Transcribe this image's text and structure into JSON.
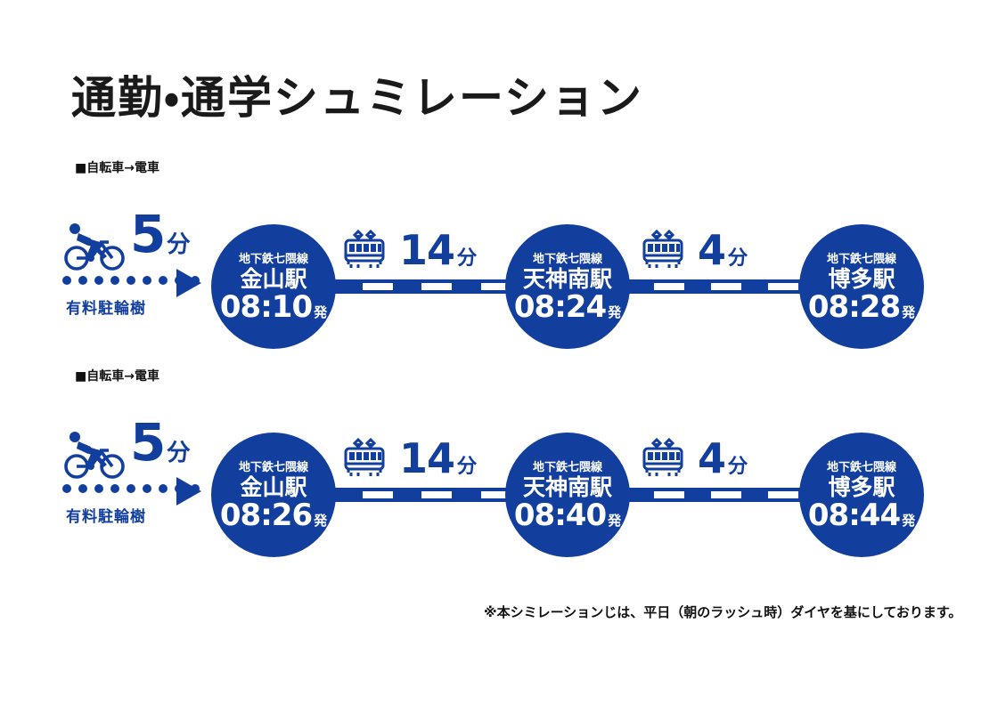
{
  "page": {
    "title": "通勤・通学シュミレーション",
    "background_color": "#ffffff",
    "accent_color": "#123f9e",
    "text_color": "#1a1a1a",
    "footnote": "※本シミレーションじは、平日（朝のラッシュ時）ダイヤを基にしております。"
  },
  "rows": [
    {
      "section_label": "■自転車→電車",
      "bike": {
        "icon": "bicycle-icon",
        "duration_value": "5",
        "duration_unit": "分",
        "caption": "有料駐輪樹",
        "arrow": "arrow-right-icon",
        "dot_count": 9
      },
      "stations": [
        {
          "line": "地下鉄七隈線",
          "name": "金山駅",
          "time": "08:10",
          "suffix": "発"
        },
        {
          "line": "地下鉄七隈線",
          "name": "天神南駅",
          "time": "08:24",
          "suffix": "発"
        },
        {
          "line": "地下鉄七隈線",
          "name": "博多駅",
          "time": "08:28",
          "suffix": "発"
        }
      ],
      "legs": [
        {
          "icon": "train-icon",
          "duration_value": "14",
          "duration_unit": "分"
        },
        {
          "icon": "train-icon",
          "duration_value": "4",
          "duration_unit": "分"
        }
      ]
    },
    {
      "section_label": "■自転車→電車",
      "bike": {
        "icon": "bicycle-icon",
        "duration_value": "5",
        "duration_unit": "分",
        "caption": "有料駐輪樹",
        "arrow": "arrow-right-icon",
        "dot_count": 9
      },
      "stations": [
        {
          "line": "地下鉄七隈線",
          "name": "金山駅",
          "time": "08:26",
          "suffix": "発"
        },
        {
          "line": "地下鉄七隈線",
          "name": "天神南駅",
          "time": "08:40",
          "suffix": "発"
        },
        {
          "line": "地下鉄七隈線",
          "name": "博多駅",
          "time": "08:44",
          "suffix": "発"
        }
      ],
      "legs": [
        {
          "icon": "train-icon",
          "duration_value": "14",
          "duration_unit": "分"
        },
        {
          "icon": "train-icon",
          "duration_value": "4",
          "duration_unit": "分"
        }
      ]
    }
  ]
}
